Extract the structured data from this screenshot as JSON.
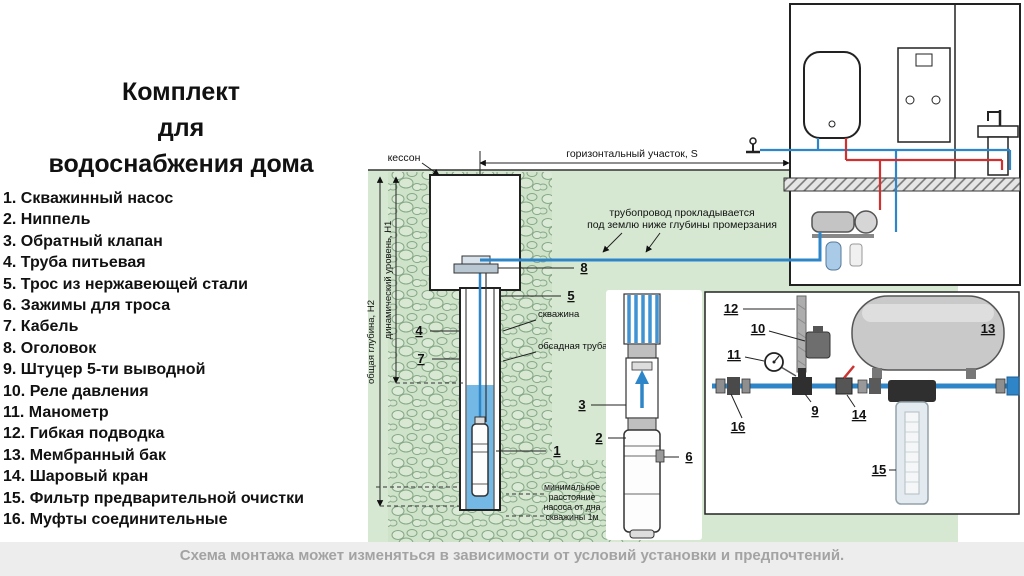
{
  "title": {
    "line1": "Комплект",
    "line2": "для",
    "line3": "водоснабжения дома"
  },
  "legend": {
    "items": [
      "1. Скважинный насос",
      "2. Ниппель",
      "3. Обратный клапан",
      "4. Труба питьевая",
      "5. Трос из нержавеющей стали",
      "6. Зажимы для троса",
      "7. Кабель",
      "8. Оголовок",
      "9. Штуцер 5-ти выводной",
      "10. Реле давления",
      "11. Манометр",
      "12. Гибкая подводка",
      "13. Мембранный бак",
      "14. Шаровый кран",
      "15. Фильтр предварительной очистки",
      "16. Муфты соединительные"
    ]
  },
  "diagram": {
    "labels": {
      "kesson": "кессон",
      "horizontal_section": "горизонтальный участок, S",
      "pipeline_note_line1": "трубопровод прокладывается",
      "pipeline_note_line2": "под землю ниже глубины промерзания",
      "total_depth": "общая глубина, Н2",
      "dynamic_level": "динамический уровень, Н1",
      "well": "скважина",
      "casing": "обсадная труба",
      "min_distance_line1": "минимальное",
      "min_distance_line2": "расстояние",
      "min_distance_line3": "насоса от дна",
      "min_distance_line4": "скважины 1м"
    },
    "callouts": [
      "1",
      "2",
      "3",
      "4",
      "5",
      "6",
      "7",
      "8",
      "9",
      "10",
      "11",
      "12",
      "13",
      "14",
      "15",
      "16"
    ],
    "colors": {
      "ground_green": "#d6e8d2",
      "pipe_blue": "#2e86c8",
      "pipe_red": "#d03030",
      "water_blue": "#74b9e6"
    }
  },
  "footer": {
    "text": "Схема монтажа может изменяться в зависимости от условий установки и предпочтений."
  }
}
